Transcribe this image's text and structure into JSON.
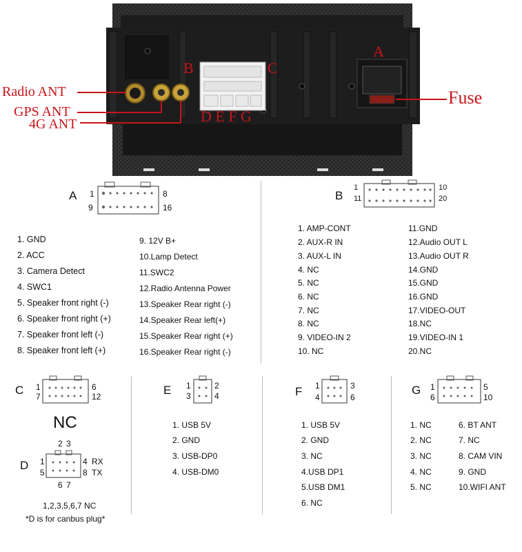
{
  "photo": {
    "callouts": {
      "radio_ant": "Radio ANT",
      "gps_ant": "GPS ANT",
      "g4_ant": "4G ANT",
      "fuse": "Fuse"
    },
    "connector_letters": {
      "a": "A",
      "b": "B",
      "c": "C",
      "defg": "D E F G"
    },
    "colors": {
      "callout": "#c8141a",
      "body": "#2a2a2a"
    }
  },
  "conn_a": {
    "letter": "A",
    "pin_labels": {
      "p1": "1",
      "p8": "8",
      "p9": "9",
      "p16": "16"
    },
    "left": [
      "1. GND",
      "2. ACC",
      "3. Camera Detect",
      "4. SWC1",
      "5. Speaker front right (-)",
      "6. Speaker front right (+)",
      "7. Speaker front left (-)",
      "8. Speaker front left (+)"
    ],
    "right": [
      "9.  12V B+",
      "10.Lamp Detect",
      "11.SWC2",
      "12.Radio Antenna Power",
      "13.Speaker Rear right (-)",
      "14.Speaker Rear left(+)",
      "15.Speaker Rear right (+)",
      "16.Speaker Rear right (-)"
    ]
  },
  "conn_b": {
    "letter": "B",
    "pin_labels": {
      "p1": "1",
      "p10": "10",
      "p11": "11",
      "p20": "20"
    },
    "left": [
      "1.  AMP-CONT",
      "2.  AUX-R IN",
      "3.  AUX-L IN",
      "4.  NC",
      "5.  NC",
      "6.  NC",
      "7.  NC",
      "8.  NC",
      "9.  VIDEO-IN 2",
      "10.  NC"
    ],
    "right": [
      "11.GND",
      "12.Audio OUT  L",
      "13.Audio OUT  R",
      "14.GND",
      "15.GND",
      "16.GND",
      "17.VIDEO-OUT",
      "18.NC",
      "19.VIDEO-IN 1",
      "20.NC"
    ]
  },
  "conn_c": {
    "letter": "C",
    "pin_labels": {
      "p1": "1",
      "p6": "6",
      "p7": "7",
      "p12": "12"
    },
    "nc": "NC"
  },
  "conn_d": {
    "letter": "D",
    "top_labels": "2 3",
    "bottom_labels": "6 7",
    "pin_labels": {
      "p1": "1",
      "p4": "4",
      "p5": "5",
      "p8": "8"
    },
    "rx": "RX",
    "tx": "TX",
    "nc_note": "1,2,3,5,6,7  NC",
    "canbus_note": "*D is for canbus plug*"
  },
  "conn_e": {
    "letter": "E",
    "pin_labels": {
      "p1": "1",
      "p2": "2",
      "p3": "3",
      "p4": "4"
    },
    "items": [
      "1. USB 5V",
      "2. GND",
      "3. USB-DP0",
      "4. USB-DM0"
    ]
  },
  "conn_f": {
    "letter": "F",
    "pin_labels": {
      "p1": "1",
      "p3": "3",
      "p4": "4",
      "p6": "6"
    },
    "items": [
      "1. USB 5V",
      "2. GND",
      "3. NC",
      "4.USB DP1",
      "5.USB DM1",
      "6. NC"
    ]
  },
  "conn_g": {
    "letter": "G",
    "pin_labels": {
      "p1": "1",
      "p5": "5",
      "p6": "6",
      "p10": "10"
    },
    "left": [
      "1. NC",
      "2. NC",
      "3. NC",
      "4. NC",
      "5. NC"
    ],
    "right": [
      "6.  BT ANT",
      "7.  NC",
      "8.  CAM VIN",
      "9.  GND",
      "10.WIFI ANT"
    ]
  }
}
